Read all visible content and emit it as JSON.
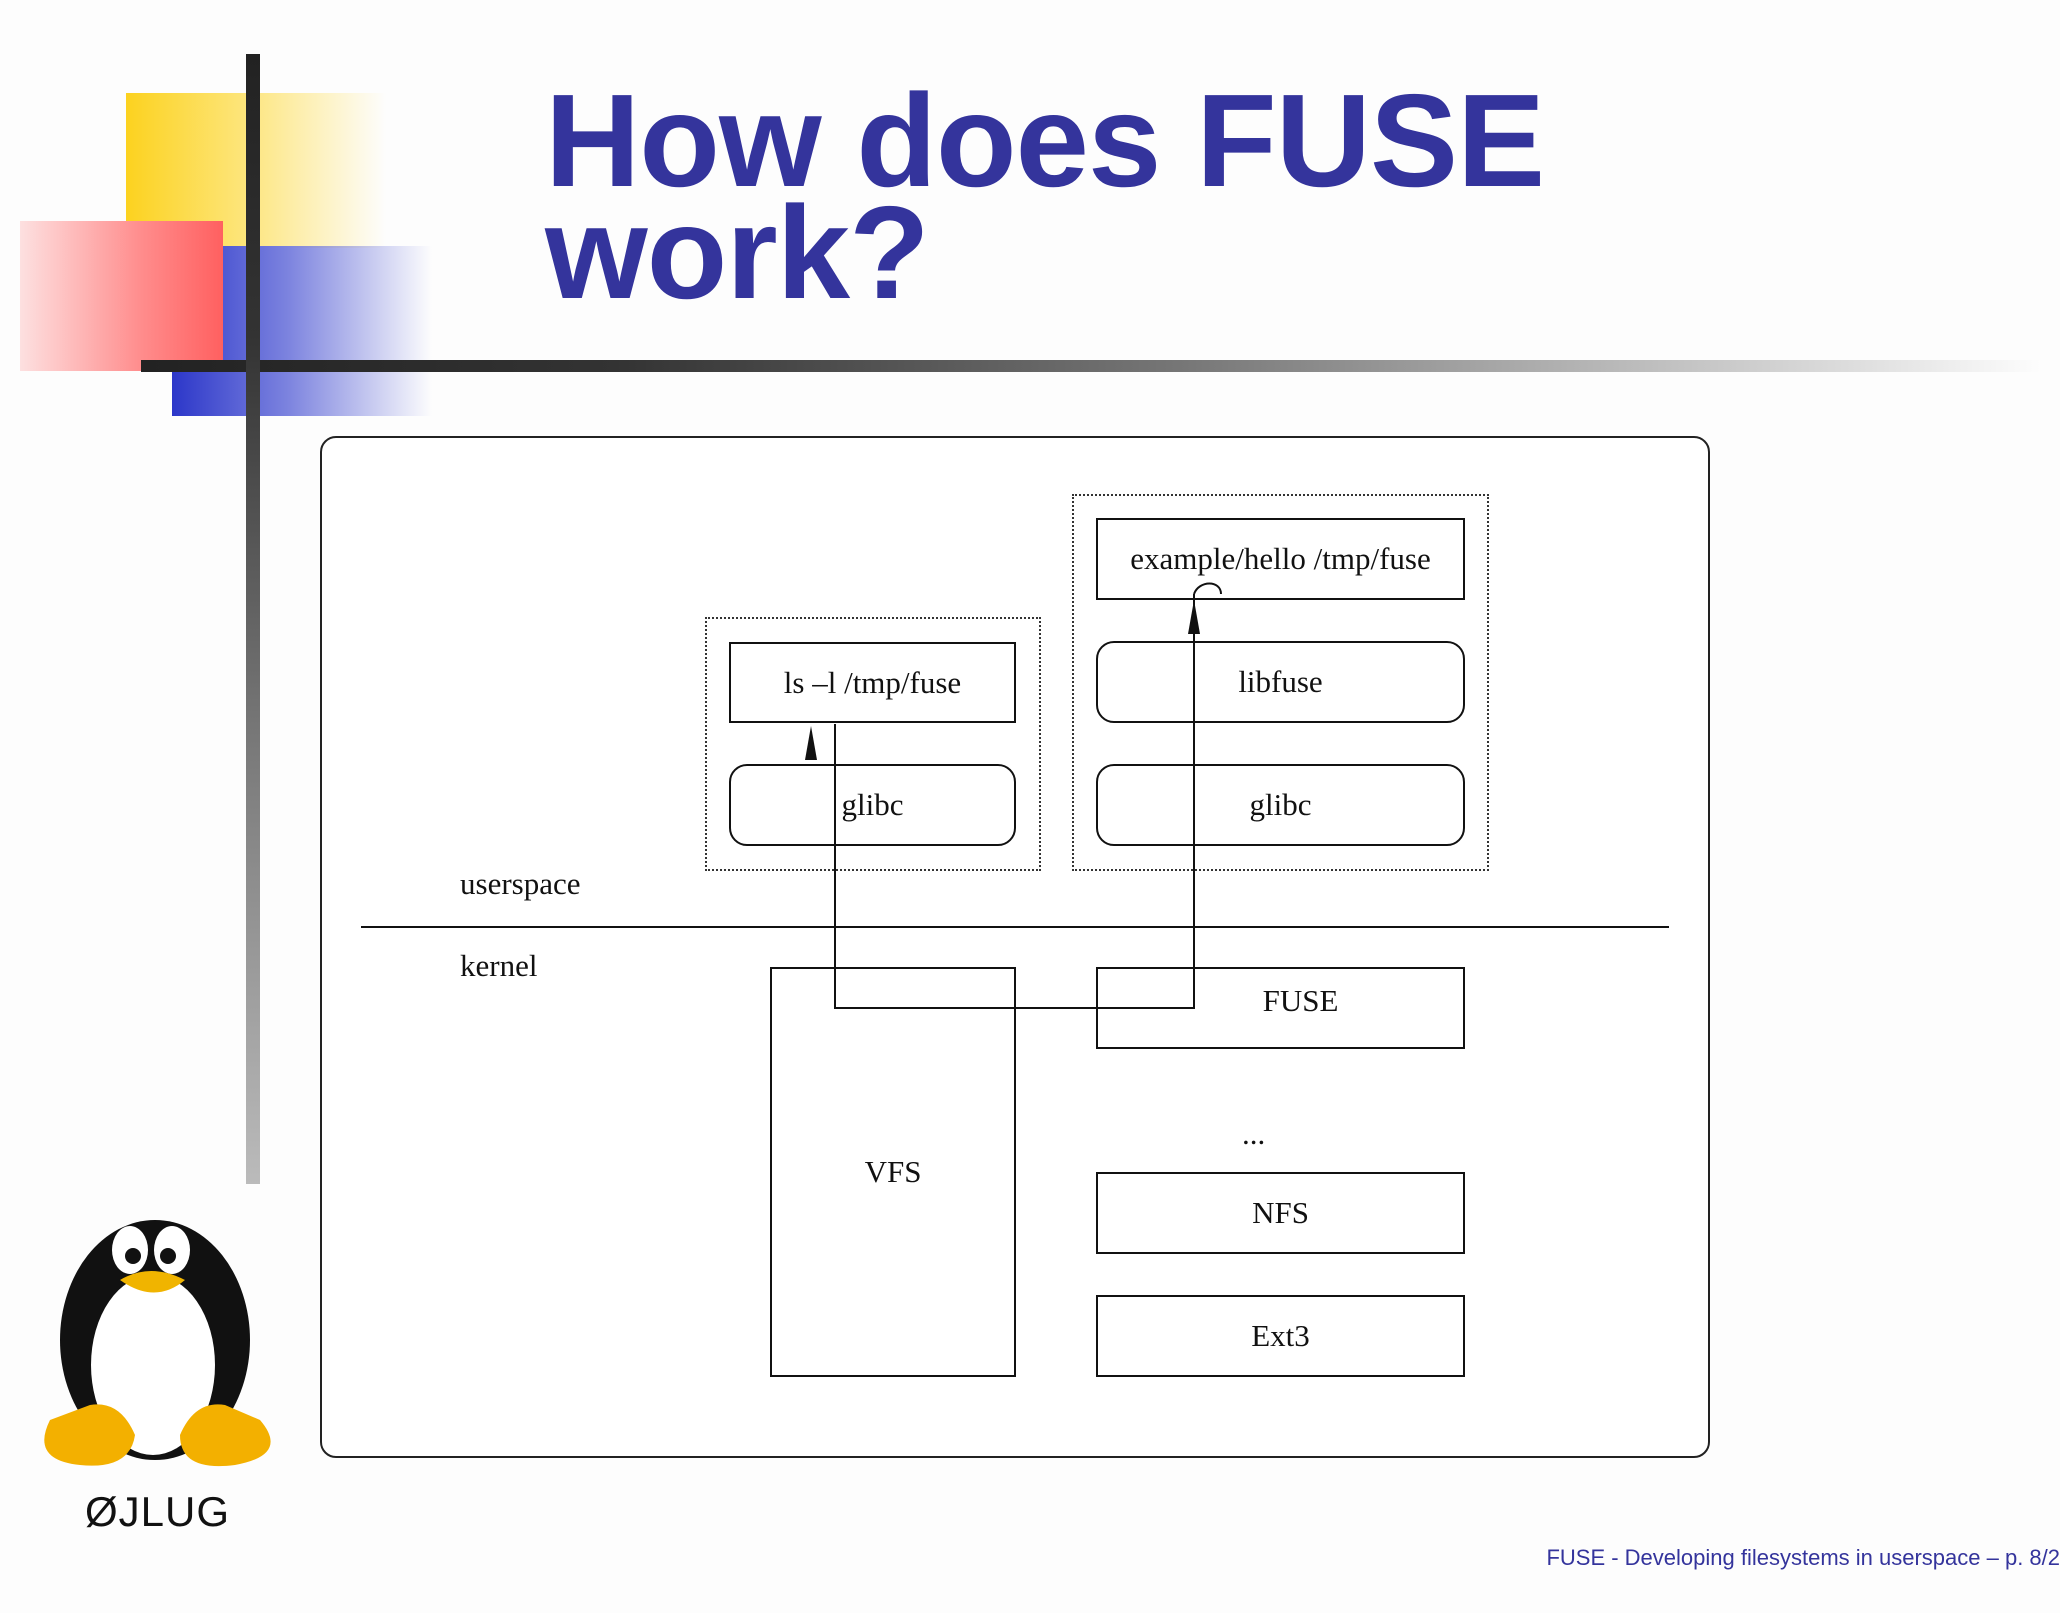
{
  "slide": {
    "title_line1": "How does FUSE",
    "title_line2": "work?",
    "footer": "FUSE - Developing filesystems in userspace – p. 8/2"
  },
  "logo": {
    "text": "ØJLUG",
    "icon": "tux-penguin-icon"
  },
  "diagram": {
    "userspace_label": "userspace",
    "kernel_label": "kernel",
    "ls_cmd": "ls –l /tmp/fuse",
    "glibc_left": "glibc",
    "hello_cmd": "example/hello /tmp/fuse",
    "libfuse": "libfuse",
    "glibc_right": "glibc",
    "vfs": "VFS",
    "fuse": "FUSE",
    "ellipsis": "...",
    "nfs": "NFS",
    "ext3": "Ext3"
  },
  "colors": {
    "title": "#34349c",
    "accent_yellow": "#fcd21f",
    "accent_blue": "#2c37c9",
    "accent_red": "#ff6060"
  }
}
